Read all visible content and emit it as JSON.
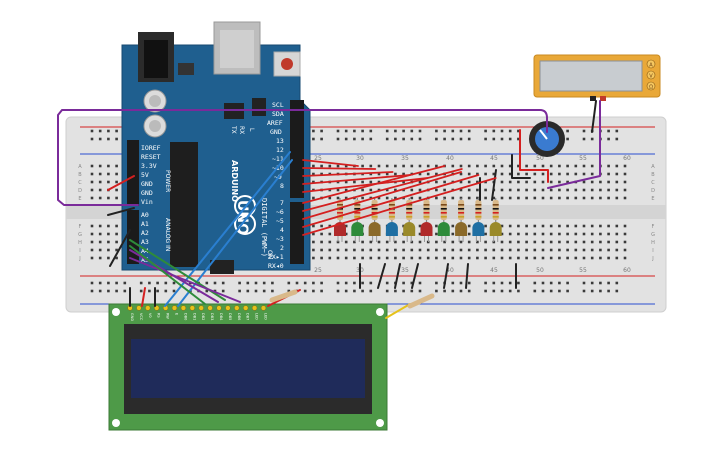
{
  "arduino": {
    "top_pins": [
      "SCL",
      "SDA",
      "AREF",
      "GND",
      "13",
      "12",
      "~11",
      "~10",
      "~9",
      "8"
    ],
    "bottom_pins": [
      "7",
      "~6",
      "~5",
      "4",
      "~3",
      "2",
      "TX▸1",
      "RX◂0"
    ],
    "power_pins": [
      "IOREF",
      "RESET",
      "3.3V",
      "5V",
      "GND",
      "GND",
      "Vin"
    ],
    "analog_pins": [
      "A0",
      "A1",
      "A2",
      "A3",
      "A4",
      "A5"
    ],
    "digital_label": "DIGITAL (PWM~)",
    "power_label": "POWER",
    "analog_label": "ANALOG IN",
    "brand": "ARDUINO",
    "model": "UNO",
    "on_label": "ON",
    "tx_label": "TX",
    "rx_label": "RX",
    "l_label": "L"
  },
  "breadboard": {
    "col_numbers_top": [
      "25",
      "30",
      "35",
      "40",
      "45",
      "50",
      "55",
      "60"
    ],
    "col_numbers_bottom": [
      "25",
      "30",
      "35",
      "40",
      "45",
      "50",
      "55",
      "60"
    ],
    "row_letters_top": [
      "A",
      "B",
      "C",
      "D",
      "E"
    ],
    "row_letters_bottom": [
      "F",
      "G",
      "H",
      "I",
      "J"
    ]
  },
  "leds": {
    "colors": [
      "#b02a2a",
      "#2e8b3a",
      "#8b6a2a",
      "#1f6fa3",
      "#9a8a2a",
      "#b02a2a",
      "#2e8b3a",
      "#8b6a2a",
      "#1f6fa3",
      "#9a8a2a"
    ]
  },
  "lcd": {
    "pins": [
      "GND",
      "VCC",
      "V0",
      "RS",
      "RW",
      "E",
      "DB0",
      "DB1",
      "DB2",
      "DB3",
      "DB4",
      "DB5",
      "DB6",
      "DB7",
      "LED",
      "LED"
    ],
    "board_color": "#4e9a48",
    "screen_color": "#1f2b5a"
  },
  "multimeter": {
    "buttons": [
      "A",
      "V",
      "Ω"
    ]
  },
  "colors": {
    "board_blue": "#1f5f8f",
    "wire_red": "#d42020",
    "wire_purple": "#7a2b9a",
    "wire_blue": "#2a7fd0",
    "wire_green": "#2e8b3a",
    "wire_black": "#222222"
  }
}
